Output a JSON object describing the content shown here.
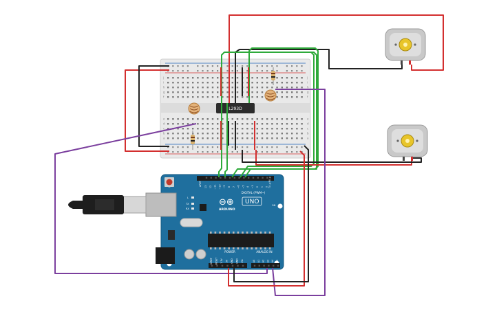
{
  "circuit": {
    "driver_chip_label": "L293D",
    "arduino": {
      "brand": "ARDUINO",
      "model": "UNO",
      "logo_symbol": "⊖⊕",
      "aref_label": "AREF",
      "gnd_label": "GND",
      "digital_label": "DIGITAL (PWM~)",
      "tx_rx_label": "TX ◄ RX ◄",
      "power_label": "POWER",
      "analog_label": "ANALOG IN",
      "on_label": "ON",
      "led_labels": [
        "L",
        "TX",
        "RX"
      ],
      "digital_pin_labels": [
        "13",
        "12",
        "~11",
        "~10",
        "~9",
        "8",
        "7",
        "~6",
        "~5",
        "4",
        "~3",
        "2",
        "1",
        "0"
      ],
      "power_pin_labels": [
        "IOREF",
        "RESET",
        "3.3V",
        "5V",
        "GND",
        "GND",
        "Vin"
      ],
      "analog_pin_labels": [
        "A0",
        "A1",
        "A2",
        "A3",
        "A4",
        "A5"
      ]
    },
    "breadboard": {
      "row_letters_top": [
        "j",
        "i",
        "h",
        "g",
        "f"
      ],
      "row_letters_bottom": [
        "e",
        "d",
        "c",
        "b",
        "a"
      ]
    },
    "colors": {
      "wire_red": "#d32f2f",
      "wire_black": "#222222",
      "wire_green": "#2eaa3a",
      "wire_purple": "#7b3f9e",
      "board_blue": "#1f6f9e",
      "breadboard": "#e9e9e9"
    }
  }
}
